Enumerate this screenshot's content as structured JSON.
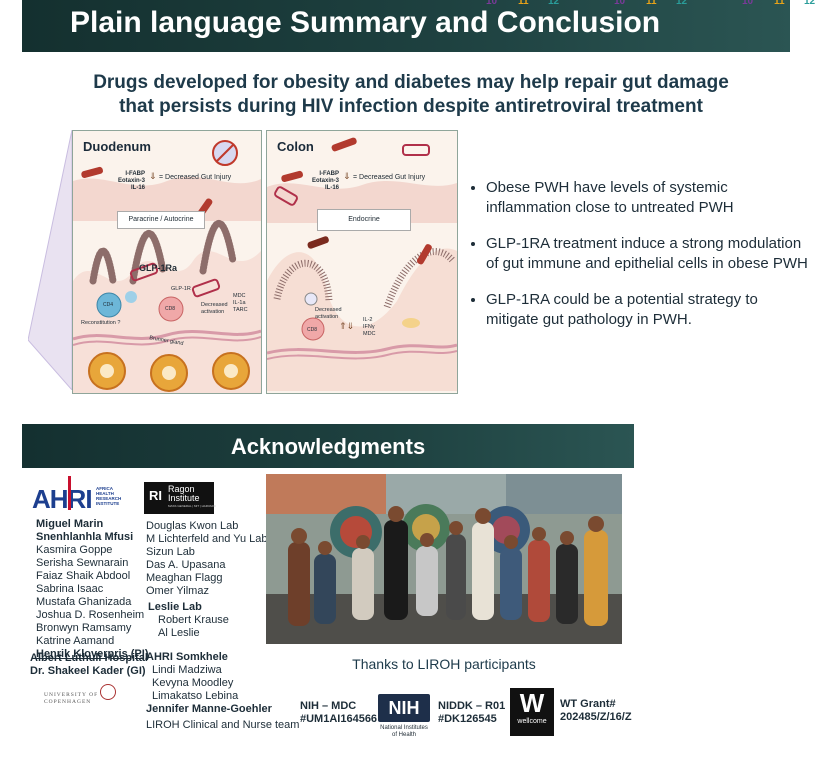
{
  "header": {
    "title": "Plain language Summary and Conclusion",
    "corner_numbers": [
      "10",
      "11",
      "12",
      "10",
      "11",
      "12",
      "10",
      "11",
      "12"
    ]
  },
  "subtitle": {
    "line1": "Drugs developed for obesity and diabetes may help repair gut damage",
    "line2": "that persists during HIV infection despite antiretroviral treatment"
  },
  "figure": {
    "duodenum": {
      "title": "Duodenum",
      "markers": [
        "I-FABP",
        "Eotaxin-3",
        "IL-16"
      ],
      "effect": "= Decreased Gut Injury",
      "box": "Paracrine / Autocrine",
      "drug": "GLP-1Ra",
      "cd4": "CD4",
      "reconstitution": "Reconstitution ?",
      "receptor": "GLP-1R",
      "cd8": "CD8",
      "decreased": "Decreased activation",
      "cytokines": [
        "MDC",
        "IL-1a",
        "TARC"
      ],
      "gland": "Brunner gland"
    },
    "colon": {
      "title": "Colon",
      "markers": [
        "I-FABP",
        "Eotaxin-3",
        "IL-16"
      ],
      "effect": "= Decreased Gut Injury",
      "box": "Endocrine",
      "decreased": "Decreased activation",
      "cd8": "CD8",
      "cytokines": [
        "IL-2",
        "IFNγ",
        "MDC"
      ]
    }
  },
  "bullets": [
    "Obese PWH have levels of systemic inflammation close to untreated PWH",
    "GLP-1RA treatment induce a strong modulation of gut immune and  epithelial cells in obese PWH",
    "GLP-1RA could be a potential strategy to mitigate gut pathology in PWH."
  ],
  "acknowledgments": {
    "title": "Acknowledgments",
    "ahri_logo": {
      "text": "AHRI",
      "sub": [
        "AFRICA",
        "HEALTH",
        "RESEARCH",
        "INSTITUTE"
      ]
    },
    "ahri_names": [
      {
        "name": "Miguel Marin",
        "bold": true
      },
      {
        "name": "Snenhlanhla Mfusi",
        "bold": true
      },
      {
        "name": "Kasmira Goppe",
        "bold": false
      },
      {
        "name": "Serisha Sewnarain",
        "bold": false
      },
      {
        "name": "Faiaz Shaik Abdool",
        "bold": false
      },
      {
        "name": "Sabrina Isaac",
        "bold": false
      },
      {
        "name": "Mustafa Ghanizada",
        "bold": false
      },
      {
        "name": "Joshua D. Rosenheim",
        "bold": false
      },
      {
        "name": "Bronwyn Ramsamy",
        "bold": false
      },
      {
        "name": "Katrine Aamand",
        "bold": false
      },
      {
        "name": "Henrik Kloverpris (PI)",
        "bold": true
      }
    ],
    "albert": {
      "line1": "Albert Luthuli Hospital",
      "line2": "Dr. Shakeel Kader (GI)"
    },
    "copenhagen": {
      "line1": "UNIVERSITY OF",
      "line2": "COPENHAGEN"
    },
    "ragon_logo": {
      "mark": "RI",
      "line1": "Ragon",
      "line2": "Institute",
      "sub": "MASS GENERAL | MIT | HARVARD"
    },
    "ragon_names": [
      "Douglas Kwon Lab",
      "M Lichterfeld and Yu Lab",
      "Sizun Lab",
      "Das A. Upasana",
      "Meaghan Flagg",
      "Omer Yilmaz"
    ],
    "leslie": {
      "title": "Leslie Lab",
      "names": [
        "Robert Krause",
        "Al Leslie"
      ]
    },
    "somkhele": {
      "title": "AHRI Somkhele",
      "names": [
        "Lindi Madziwa",
        "Kevyna Moodley",
        "Limakatso Lebina"
      ],
      "lead": "Jennifer Manne-Goehler",
      "team": "LIROH Clinical and Nurse team"
    },
    "thanks": "Thanks to LIROH participants",
    "funding": {
      "nih_mdc": {
        "line1": "NIH – MDC",
        "line2": "#UM1AI164566"
      },
      "nih_logo": {
        "text": "NIH",
        "line1": "National Institutes",
        "line2": "of Health"
      },
      "niddk": {
        "line1": "NIDDK – R01",
        "line2": "#DK126545"
      },
      "wellcome": {
        "letter": "W",
        "word": "wellcome"
      },
      "wt": {
        "line1": "WT Grant#",
        "line2": "202485/Z/16/Z"
      }
    }
  },
  "colors": {
    "header": "#1e4140",
    "subtitle": "#1e3a4a",
    "ahri_blue": "#1d3f8f",
    "ahri_red": "#c8102e",
    "corner_purple": "#7a3a99",
    "corner_orange": "#e8a318",
    "corner_teal": "#2a9d9a"
  }
}
